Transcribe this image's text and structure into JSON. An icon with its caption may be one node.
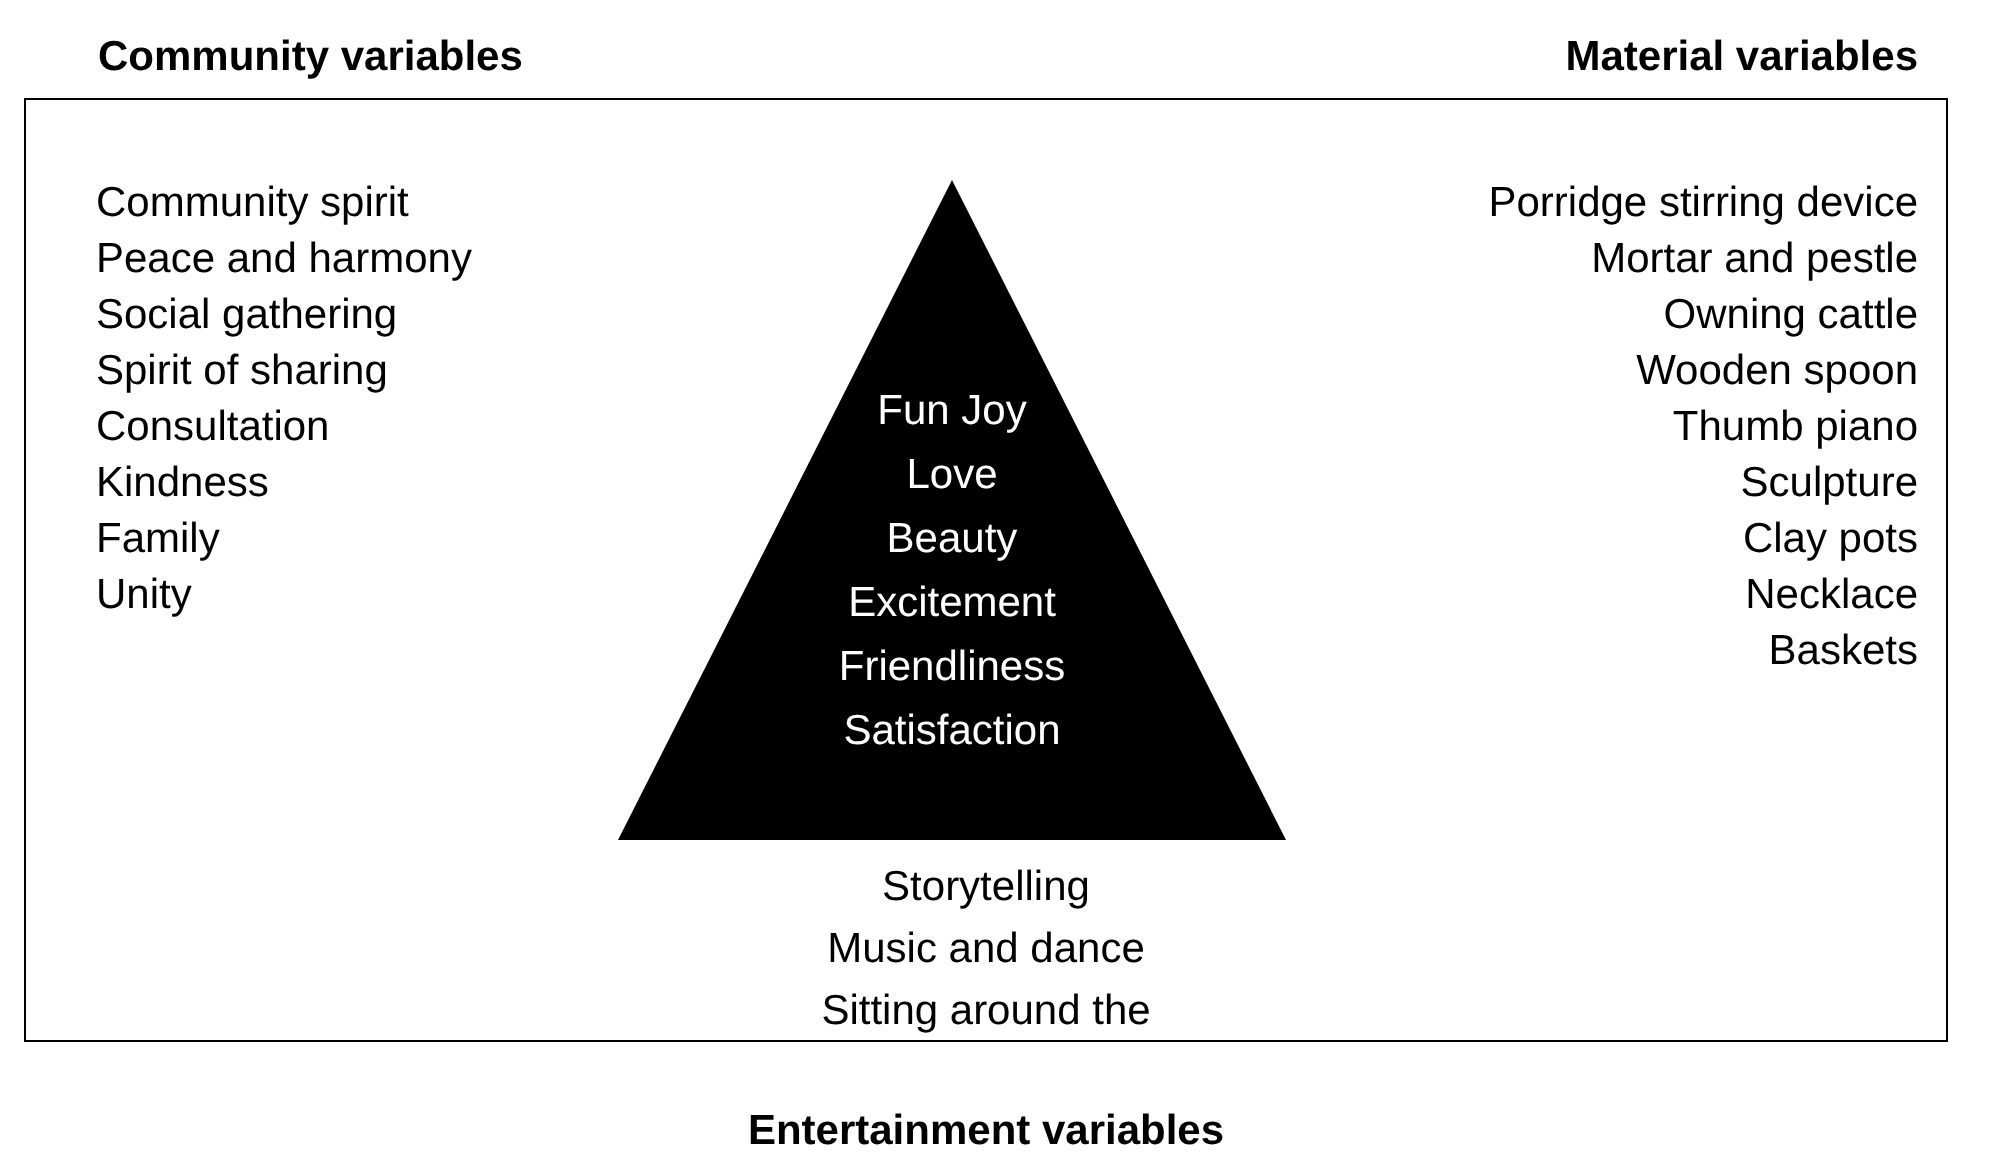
{
  "diagram": {
    "nodes": [
      {
        "text": [
          "Community variables",
          "Material variables",
          "Entertainment variables"
        ]
      },
      {
        "text": [
          "Fun Joy Love Beauty Excitement Friendliness Satisfaction"
        ],
        "in": 0
      }
    ],
    "labels": [
      "Community spirit",
      "Peace and harmony",
      "Social gathering",
      "Spirit of sharing",
      "Consultation",
      "Kindness",
      "Family",
      "Unity",
      "Porridge stirring device",
      "Mortar and pestle",
      "Owning cattle",
      "Wooden spoon",
      "Thumb piano",
      "Sculpture",
      "Clay pots",
      "Necklace",
      "Baskets",
      "Storytelling",
      "Music and dance",
      "Sitting around the"
    ]
  }
}
